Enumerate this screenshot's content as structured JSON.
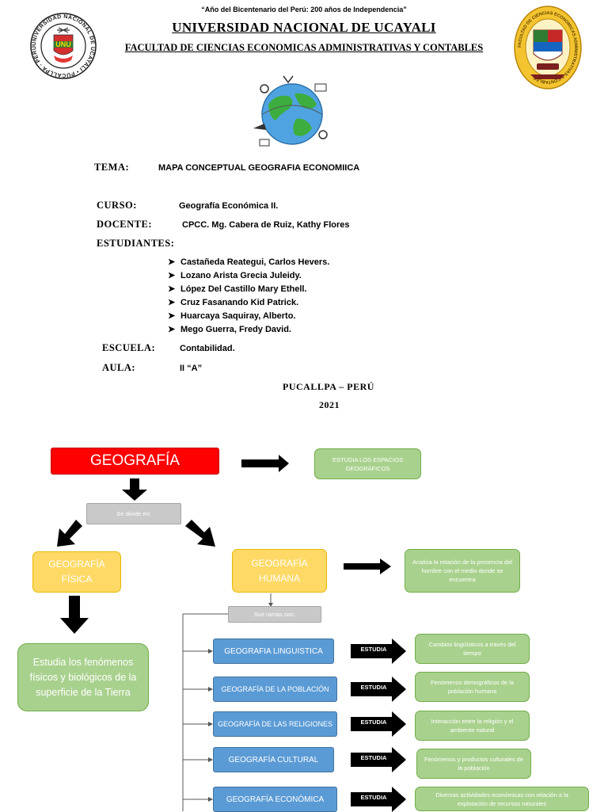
{
  "header": {
    "motto": "“Año del Bicentenario del Perú: 200 años de Independencia”",
    "university": "UNIVERSIDAD NACIONAL DE UCAYALI",
    "faculty": "FACULTAD DE CIENCIAS ECONOMICAS ADMINISTRATIVAS Y CONTABLES",
    "logo_left_ring": "UNIVERSIDAD NACIONAL DE UCAYALI • PUCALLPA - PERÚ •",
    "logo_left_center": "UNU",
    "logo_right_ring": "FACULTAD DE CIENCIAS ECONOMICAS ADMINISTRATIVAS Y CONTABLES"
  },
  "info": {
    "tema_label": "TEMA:",
    "tema_value": "MAPA CONCEPTUAL GEOGRAFIA ECONOMIICA",
    "curso_label": "CURSO:",
    "curso_value": "Geografía Económica II.",
    "docente_label": "DOCENTE:",
    "docente_value": "CPCC. Mg. Cabera de Ruiz, Kathy Flores",
    "estudiantes_label": "ESTUDIANTES:",
    "students": [
      "Castañeda Reategui, Carlos Hevers.",
      "Lozano Arista Grecia Juleidy.",
      "López Del Castillo Mary Ethell.",
      "Cruz Fasanando Kid Patrick.",
      "Huarcaya Saquiray, Alberto.",
      "Mego Guerra, Fredy David."
    ],
    "escuela_label": "ESCUELA:",
    "escuela_value": "Contabilidad.",
    "aula_label": "AULA:",
    "aula_value": "II “A”",
    "place": "PUCALLPA – PERÚ",
    "year": "2021"
  },
  "map": {
    "root": "GEOGRAFÍA",
    "root_desc": "ESTUDIA LOS ESPACIOS GEOGRÁFICOS",
    "divide": "Se divide en:",
    "fisica": "GEOGRAFÍA FÍSICA",
    "humana": "GEOGRAFÍA HUMANA",
    "humana_desc": "Analiza la relación de la presencia del hombre con el medio donde se encuentra",
    "fisica_desc": "Estudia los fenómenos físicos y biológicos de la superficie de la Tierra",
    "ramas": "Sus ramas son:",
    "estudia": "ESTUDIA",
    "branches": [
      {
        "name": "GEOGRAFIA LINGUISTICA",
        "desc": "Cambios lingüísticos a través del tiempo"
      },
      {
        "name": "GEOGRAFÍA DE LA POBLACIÓN",
        "desc": "Fenómenos demográficos de la población humana"
      },
      {
        "name": "GEOGRAFÍA DE LAS RELIGIONES",
        "desc": "Interacción entre la religión y el ambiente natural"
      },
      {
        "name": "GEOGRAFÍA CULTURAL",
        "desc": "Fenómenos y productos culturales de la población"
      },
      {
        "name": "GEOGRAFÍA ECONÓMICA",
        "desc": "Diversas actividades económicas con relación a la explotación de recursos naturales"
      }
    ]
  },
  "colors": {
    "red": "#ff0000",
    "green": "#a9d18e",
    "gray": "#c9c9c9",
    "yellow": "#ffd966",
    "blue": "#5b9bd5"
  }
}
